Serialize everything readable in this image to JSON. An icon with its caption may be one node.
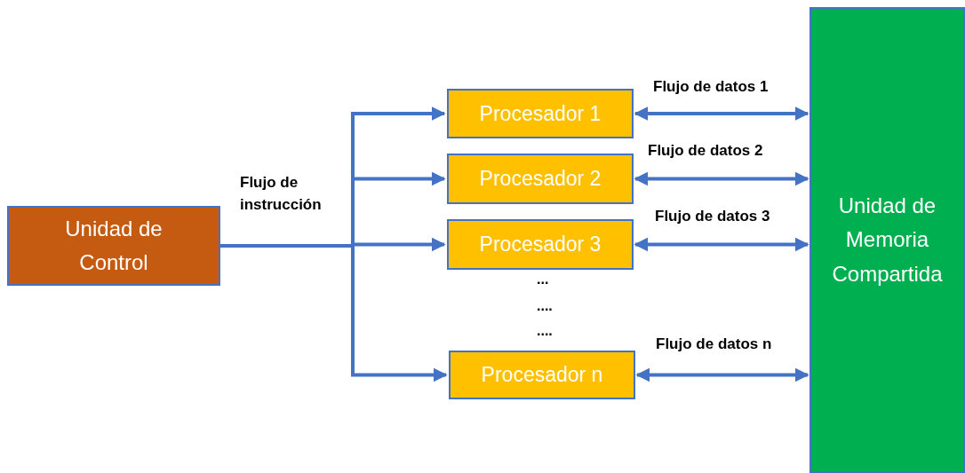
{
  "diagram": {
    "nodes": [
      {
        "text": [
          "Unidad de Control"
        ]
      },
      {
        "text": [
          "Procesador 1"
        ]
      },
      {
        "text": [
          "Procesador 2"
        ]
      },
      {
        "text": [
          "Procesador 3"
        ]
      },
      {
        "text": [
          "Procesador n"
        ]
      },
      {
        "text": [
          "Unidad de Memoria Compartida"
        ]
      }
    ],
    "edges": [
      {
        "from": 0,
        "to": 1,
        "arrow": "to"
      },
      {
        "from": 0,
        "to": 2,
        "arrow": "to"
      },
      {
        "from": 0,
        "to": 3,
        "arrow": "to"
      },
      {
        "from": 0,
        "to": 4,
        "arrow": "to"
      },
      {
        "from": 1,
        "to": 5,
        "arrow": "both",
        "label": "Flujo de datos 1"
      },
      {
        "from": 2,
        "to": 5,
        "arrow": "both",
        "label": "Flujo de datos 2"
      },
      {
        "from": 3,
        "to": 5,
        "arrow": "both",
        "label": "Flujo de datos 3"
      },
      {
        "from": 4,
        "to": 5,
        "arrow": "both",
        "label": "Flujo de datos n"
      }
    ],
    "labels": [
      "Flujo de instrucción",
      "...",
      "....",
      "...."
    ]
  }
}
